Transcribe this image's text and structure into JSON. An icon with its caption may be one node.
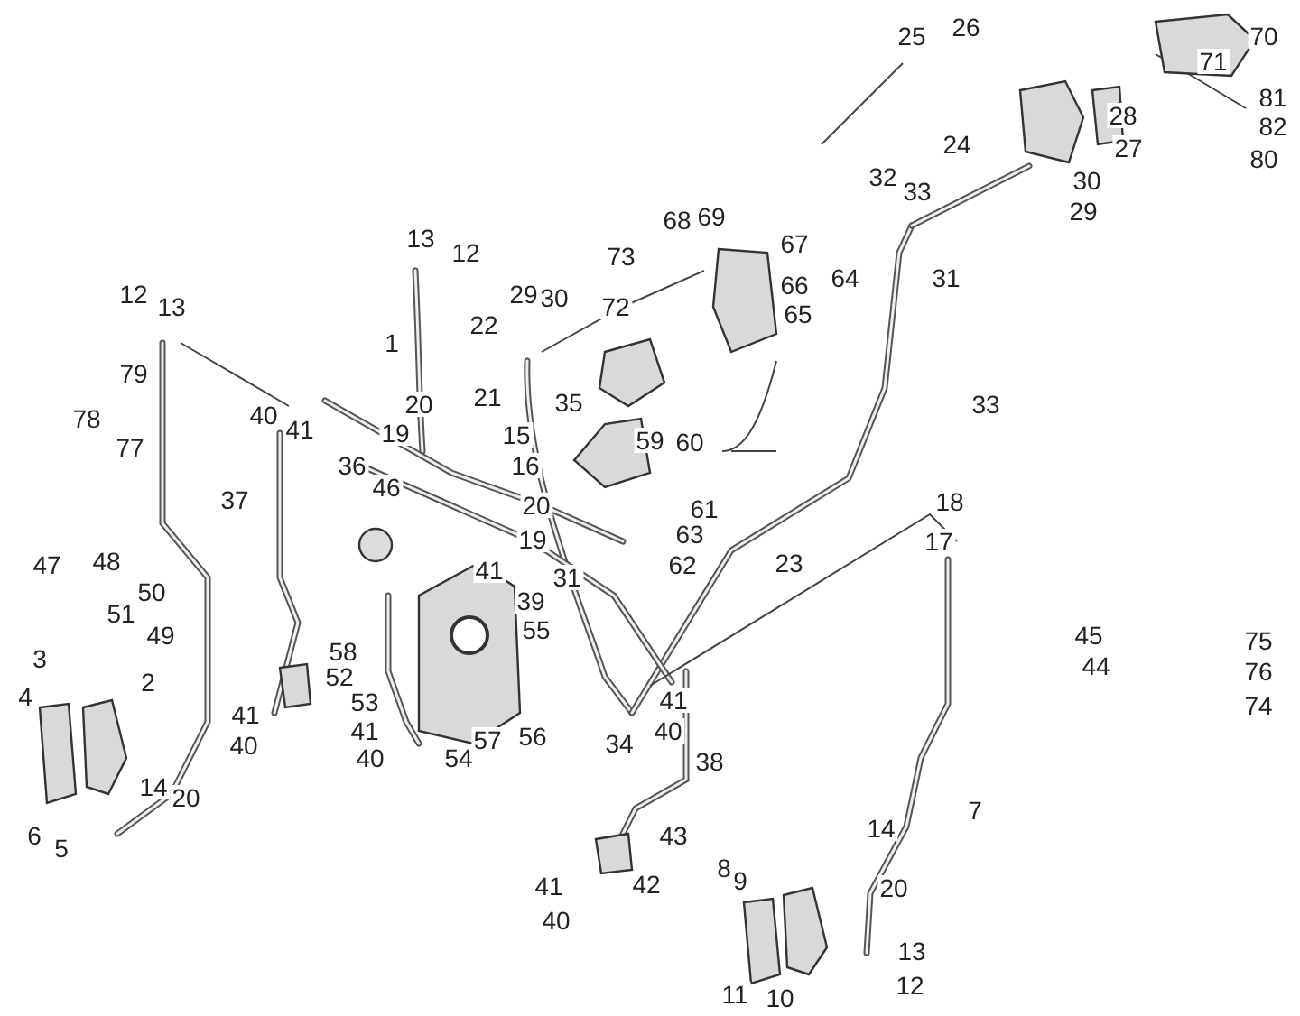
{
  "diagram": {
    "labels": [
      "25",
      "26",
      "70",
      "71",
      "81",
      "28",
      "82",
      "24",
      "27",
      "80",
      "32",
      "33",
      "30",
      "29",
      "68",
      "69",
      "13",
      "12",
      "67",
      "73",
      "64",
      "31",
      "29",
      "30",
      "72",
      "66",
      "12",
      "13",
      "65",
      "22",
      "1",
      "79",
      "78",
      "20",
      "21",
      "35",
      "33",
      "40",
      "77",
      "41",
      "59",
      "60",
      "19",
      "15",
      "36",
      "16",
      "46",
      "37",
      "20",
      "61",
      "18",
      "47",
      "48",
      "19",
      "41",
      "63",
      "17",
      "62",
      "23",
      "31",
      "50",
      "39",
      "51",
      "49",
      "55",
      "45",
      "75",
      "58",
      "52",
      "44",
      "76",
      "34",
      "3",
      "53",
      "41",
      "40",
      "74",
      "4",
      "41",
      "41",
      "57",
      "56",
      "40",
      "40",
      "54",
      "38",
      "2",
      "7",
      "14",
      "20",
      "6",
      "5",
      "43",
      "14",
      "8",
      "41",
      "42",
      "9",
      "20",
      "40",
      "13",
      "11",
      "10",
      "12"
    ]
  }
}
